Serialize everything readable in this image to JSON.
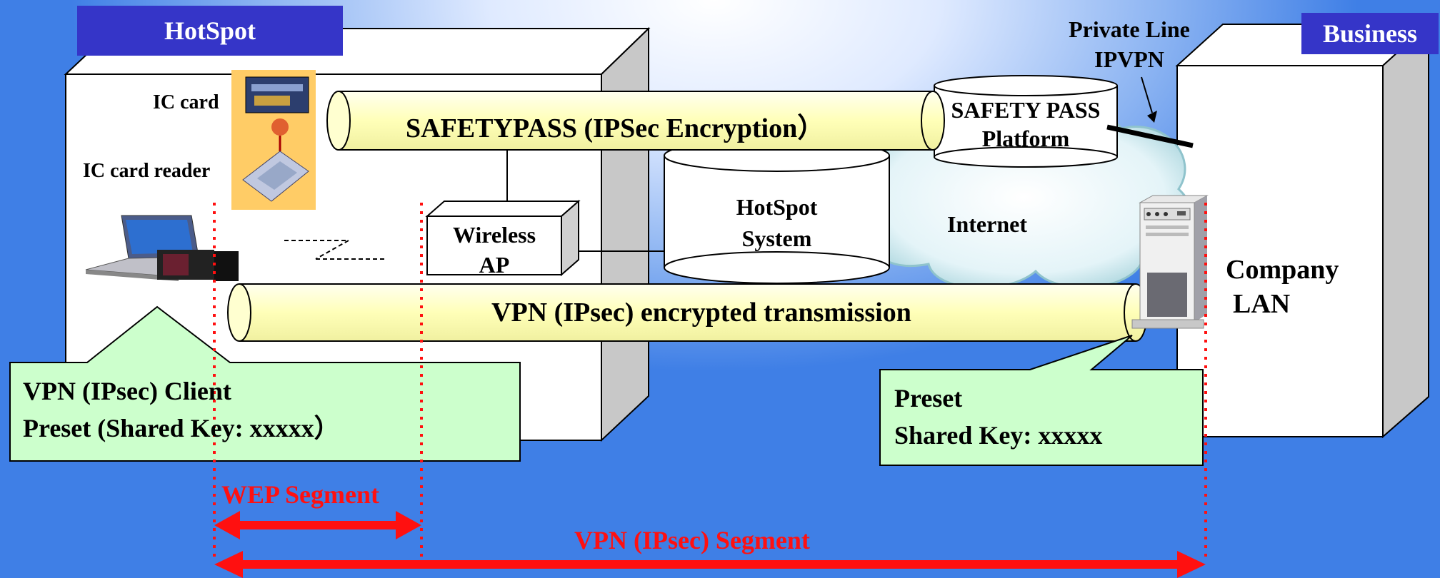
{
  "tags": {
    "hotspot": "HotSpot",
    "business": "Business"
  },
  "devices": {
    "ic_card": "IC card",
    "ic_card_reader": "IC card reader"
  },
  "tunnels": {
    "safetypass": "SAFETYPASS (IPSec Encryption）",
    "vpn": "VPN (IPsec) encrypted transmission"
  },
  "nodes": {
    "safety_pass_platform": [
      "SAFETY PASS",
      "Platform"
    ],
    "hotspot_system": [
      "HotSpot",
      "System"
    ],
    "wireless_ap": [
      "Wireless",
      "AP"
    ],
    "internet": "Internet",
    "private_line": [
      "Private Line",
      "IPVPN"
    ],
    "company_lan": [
      "Company",
      "LAN"
    ]
  },
  "callouts": {
    "client": [
      "VPN (IPsec) Client",
      "Preset (Shared Key: xxxxx）"
    ],
    "server": [
      "Preset",
      "Shared Key: xxxxx"
    ]
  },
  "segments": {
    "wep": "WEP Segment",
    "vpn": "VPN (IPsec) Segment"
  },
  "colors": {
    "tag_bg": "#3535c8",
    "tunnel_fill": "#ffffc0",
    "callout_fill": "#ccffcc",
    "segment_red": "#ff1010"
  }
}
